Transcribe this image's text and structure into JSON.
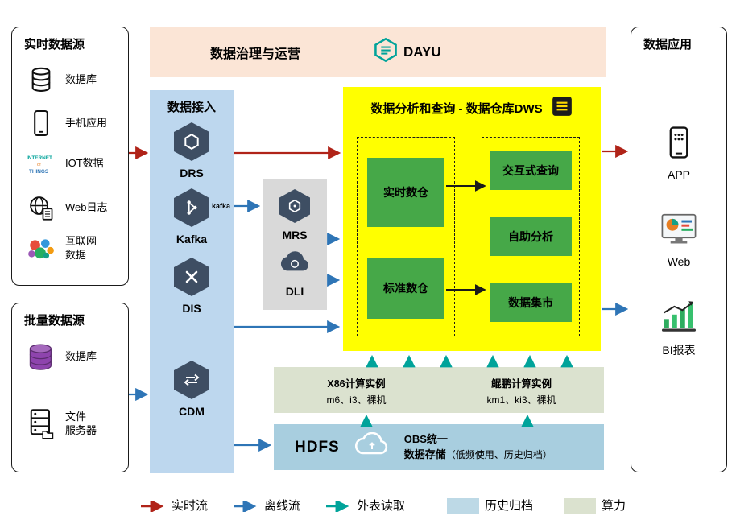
{
  "colors": {
    "realtime_flow": "#b02318",
    "offline_flow": "#2e75b6",
    "external_read": "#00a39a",
    "governance_bg": "#fbe5d6",
    "ingest_bg": "#bdd7ee",
    "middleware_bg": "#d9d9d9",
    "dws_bg": "#ffff00",
    "green_box": "#46a848",
    "compute_bg": "#dbe2cf",
    "storage_bg": "#a8cedf",
    "archive_swatch": "#bdd9e6",
    "compute_swatch": "#dbe2cf"
  },
  "governance": {
    "title": "数据治理与运营",
    "logo_text": "DAYU"
  },
  "realtime_sources": {
    "title": "实时数据源",
    "items": [
      {
        "label": "数据库"
      },
      {
        "label": "手机应用"
      },
      {
        "label": "IOT数据"
      },
      {
        "label": "Web日志"
      },
      {
        "label": "互联网\n数据"
      }
    ]
  },
  "batch_sources": {
    "title": "批量数据源",
    "items": [
      {
        "label": "数据库"
      },
      {
        "label": "文件\n服务器"
      }
    ]
  },
  "ingest": {
    "title": "数据接入",
    "services": [
      {
        "label": "DRS"
      },
      {
        "label": "Kafka",
        "side_text": "kafka"
      },
      {
        "label": "DIS"
      },
      {
        "label": "CDM"
      }
    ]
  },
  "middleware": {
    "services": [
      {
        "label": "MRS"
      },
      {
        "label": "DLI"
      }
    ]
  },
  "dws": {
    "title": "数据分析和查询 - 数据仓库DWS",
    "warehouses": [
      {
        "label": "实时数仓"
      },
      {
        "label": "标准数仓"
      }
    ],
    "services": [
      {
        "label": "交互式查询"
      },
      {
        "label": "自助分析"
      },
      {
        "label": "数据集市"
      }
    ]
  },
  "compute": {
    "x86": {
      "title": "X86计算实例",
      "detail": "m6、i3、裸机"
    },
    "kunpeng": {
      "title": "鲲鹏计算实例",
      "detail": "km1、ki3、裸机"
    }
  },
  "storage": {
    "hdfs_label": "HDFS",
    "obs_line1": "OBS统一",
    "obs_line2": "数据存储",
    "obs_note": "（低频使用、历史归档）"
  },
  "applications": {
    "title": "数据应用",
    "items": [
      {
        "label": "APP"
      },
      {
        "label": "Web"
      },
      {
        "label": "BI报表"
      }
    ]
  },
  "legend": {
    "realtime": "实时流",
    "offline": "离线流",
    "external": "外表读取",
    "archive": "历史归档",
    "compute": "算力"
  }
}
